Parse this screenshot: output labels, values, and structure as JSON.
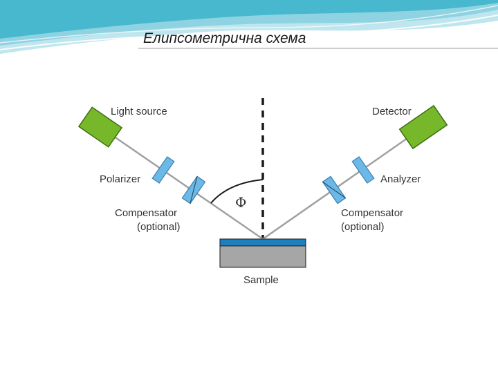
{
  "slide": {
    "title": "Елипсометрична схема"
  },
  "diagram": {
    "labels": {
      "light_source": "Light source",
      "detector": "Detector",
      "polarizer": "Polarizer",
      "analyzer": "Analyzer",
      "compensator_left_1": "Compensator",
      "compensator_left_2": "(optional)",
      "compensator_right_1": "Compensator",
      "compensator_right_2": "(optional)",
      "angle": "Φ",
      "sample": "Sample"
    },
    "colors": {
      "source_green": "#76b82a",
      "optic_blue": "#6cb8e6",
      "sample_top": "#1c7fc0",
      "sample_base": "#a6a6a6",
      "beam": "#a0a0a0",
      "header_teal": "#3bb3c9"
    }
  }
}
